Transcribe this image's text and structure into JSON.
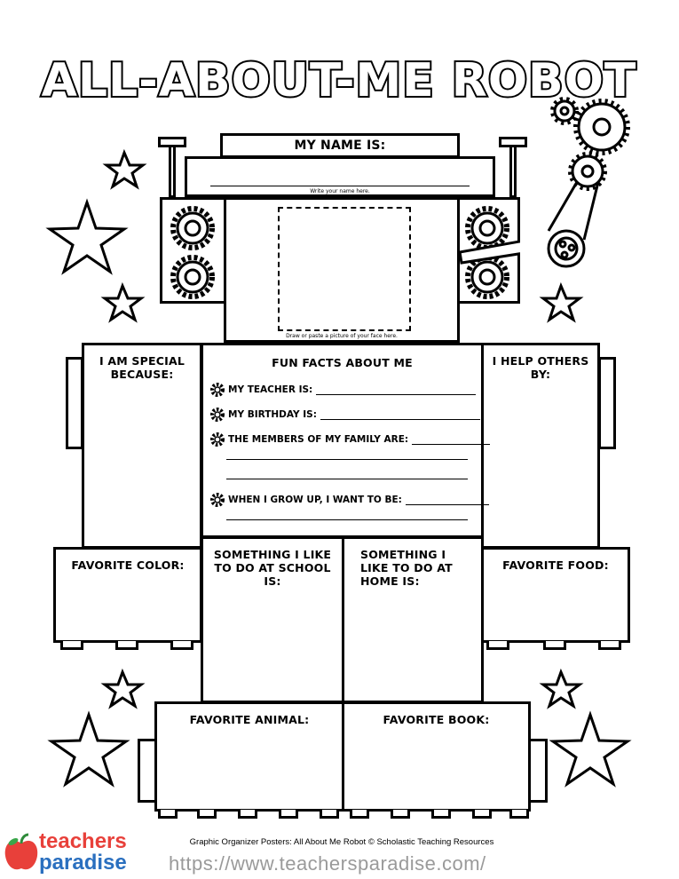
{
  "title": "ALL-ABOUT-ME ROBOT",
  "name_section": {
    "heading": "MY NAME IS:",
    "caption": "Write your name here."
  },
  "picture_caption": "Draw or paste a picture of your face here.",
  "left_arm": {
    "heading": "I AM SPECIAL BECAUSE:"
  },
  "right_arm": {
    "heading": "I HELP OTHERS BY:"
  },
  "fun_facts": {
    "heading": "FUN FACTS ABOUT ME",
    "items": [
      "MY TEACHER IS:",
      "MY BIRTHDAY IS:",
      "THE MEMBERS OF MY FAMILY ARE:",
      "WHEN I GROW UP, I WANT TO BE:"
    ]
  },
  "favorite_color": "FAVORITE COLOR:",
  "school": "SOMETHING I LIKE TO DO AT SCHOOL IS:",
  "home": "SOMETHING I LIKE TO DO AT HOME IS:",
  "favorite_food": "FAVORITE FOOD:",
  "favorite_animal": "FAVORITE ANIMAL:",
  "favorite_book": "FAVORITE BOOK:",
  "credit": "Graphic Organizer Posters: All About Me Robot © Scholastic Teaching Resources",
  "brand": {
    "line1": "teachers",
    "line2": "paradise",
    "url": "https://www.teachersparadise.com/",
    "accent": "#e8403a",
    "blue": "#2a6fbf"
  }
}
